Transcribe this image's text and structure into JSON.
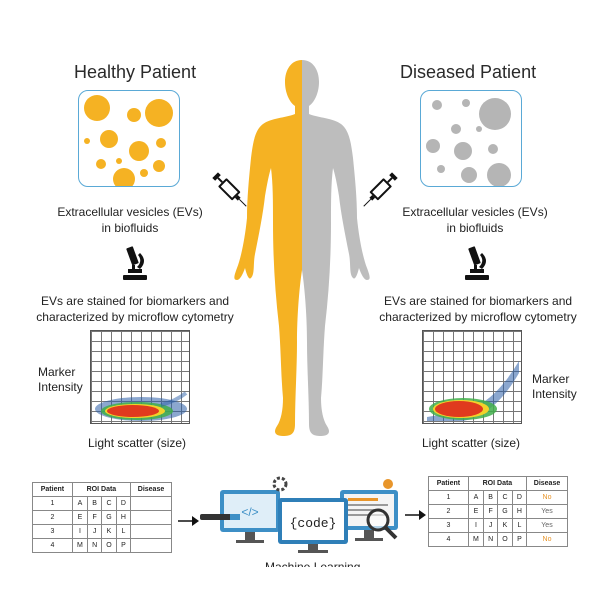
{
  "healthy": {
    "title": "Healthy Patient",
    "ev_caption_1": "Extracellular vesicles (EVs)",
    "ev_caption_2": "in biofluids",
    "stain_caption_1": "EVs are stained for biomarkers and",
    "stain_caption_2": "characterized by microflow cytometry",
    "y_label_1": "Marker",
    "y_label_2": "Intensity",
    "x_label": "Light scatter (size)",
    "vesicle_color": "#f5b223"
  },
  "diseased": {
    "title": "Diseased Patient",
    "ev_caption_1": "Extracellular vesicles (EVs)",
    "ev_caption_2": "in biofluids",
    "stain_caption_1": "EVs are stained for biomarkers and",
    "stain_caption_2": "characterized by microflow cytometry",
    "y_label_1": "Marker",
    "y_label_2": "Intensity",
    "x_label": "Light scatter (size)",
    "vesicle_color": "#b5b5b5"
  },
  "input_table": {
    "headers": [
      "Patient",
      "ROI Data",
      "Disease"
    ],
    "rows": [
      {
        "patient": "1",
        "a": "A",
        "b": "B",
        "c": "C",
        "d": "D",
        "disease": ""
      },
      {
        "patient": "2",
        "a": "E",
        "b": "F",
        "c": "G",
        "d": "H",
        "disease": ""
      },
      {
        "patient": "3",
        "a": "I",
        "b": "J",
        "c": "K",
        "d": "L",
        "disease": ""
      },
      {
        "patient": "4",
        "a": "M",
        "b": "N",
        "c": "O",
        "d": "P",
        "disease": ""
      }
    ]
  },
  "output_table": {
    "headers": [
      "Patient",
      "ROI Data",
      "Disease"
    ],
    "rows": [
      {
        "patient": "1",
        "a": "A",
        "b": "B",
        "c": "C",
        "d": "D",
        "disease": "No"
      },
      {
        "patient": "2",
        "a": "E",
        "b": "F",
        "c": "G",
        "d": "H",
        "disease": "Yes"
      },
      {
        "patient": "3",
        "a": "I",
        "b": "J",
        "c": "K",
        "d": "L",
        "disease": "Yes"
      },
      {
        "patient": "4",
        "a": "M",
        "b": "N",
        "c": "O",
        "d": "P",
        "disease": "No"
      }
    ]
  },
  "ml": {
    "code_label": "{code}",
    "tag_label": "</>",
    "caption": "Machine Learning"
  },
  "colors": {
    "healthy_body": "#f5b223",
    "diseased_body": "#bdbdbd",
    "box_border": "#5aa9d6",
    "no_color": "#e8952a",
    "yes_color": "#666666",
    "monitor_blue": "#3d8fc6"
  }
}
